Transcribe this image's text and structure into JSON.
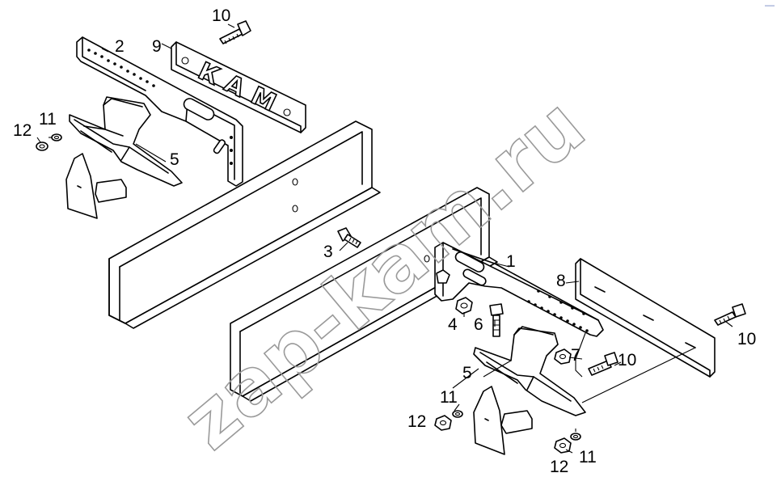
{
  "diagram": {
    "logo_text": [
      "К",
      "А",
      "М"
    ],
    "watermark": "zap-kam.ru",
    "corner_mark": "—",
    "callouts": {
      "c10_top": "10",
      "c2": "2",
      "c9": "9",
      "c12_left": "12",
      "c11_left": "11",
      "c5_left": "5",
      "c3": "3",
      "c1": "1",
      "c8": "8",
      "c4": "4",
      "c6": "6",
      "c7": "7",
      "c10_mid": "10",
      "c10_right": "10",
      "c5_right": "5",
      "c11_right": "11",
      "c12_right": "12",
      "c12_bottom": "12",
      "c11_bottom": "11"
    }
  }
}
